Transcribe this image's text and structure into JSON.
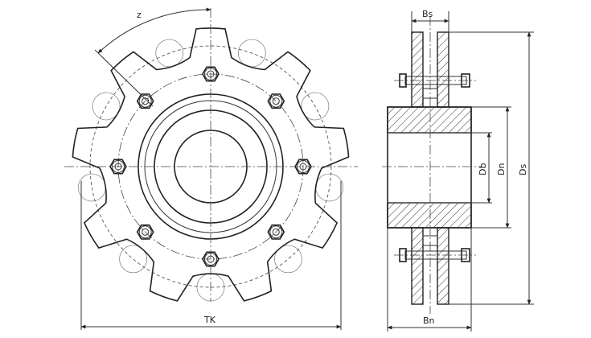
{
  "labels": {
    "z": "z",
    "tk": "TK",
    "bs": "Bs",
    "bn": "Bn",
    "db": "Db",
    "dn": "Dn",
    "ds": "Ds"
  },
  "sprocket": {
    "teeth": 9,
    "bolts": 8
  }
}
